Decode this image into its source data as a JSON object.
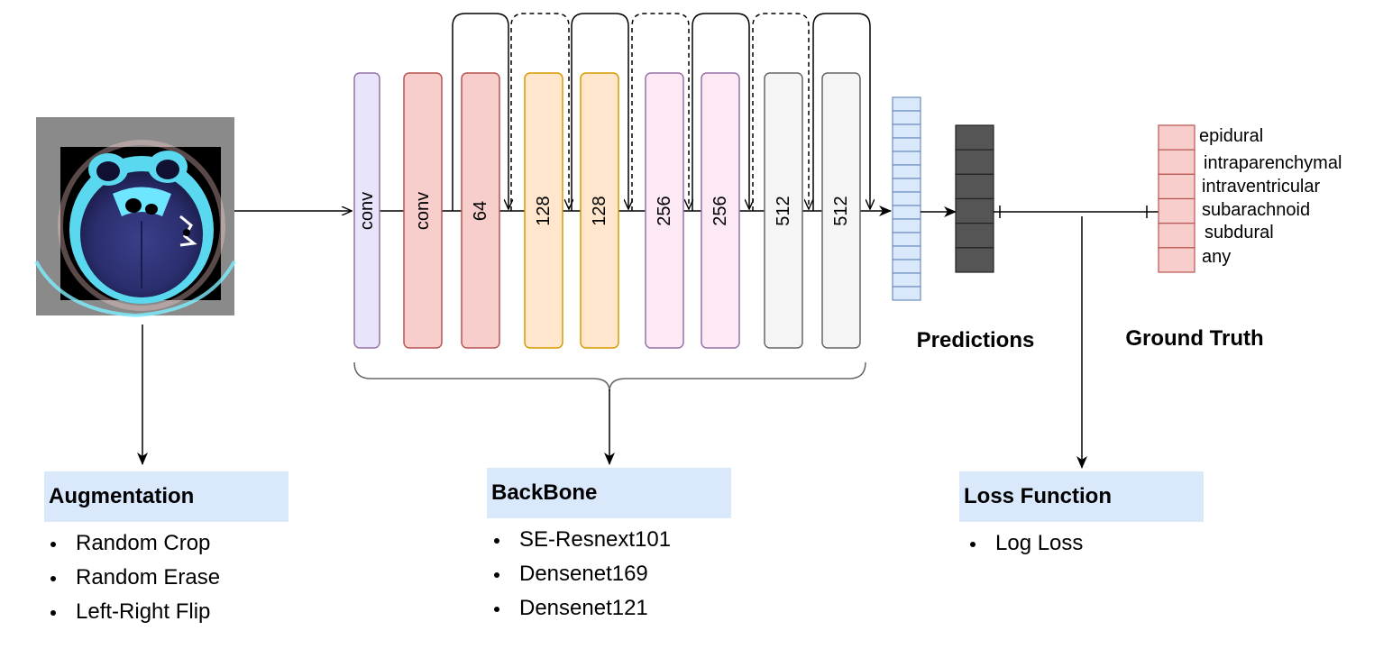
{
  "backbone_layers": [
    "conv",
    "conv",
    "64",
    "128",
    "128",
    "256",
    "256",
    "512",
    "512"
  ],
  "classes": [
    "epidural",
    "intraparenchymal",
    "intraventricular",
    "subarachnoid",
    "subdural",
    "any"
  ],
  "labels": {
    "predictions": "Predictions",
    "ground_truth": "Ground Truth"
  },
  "augmentation": {
    "title": "Augmentation",
    "items": [
      "Random Crop",
      "Random Erase",
      "Left-Right Flip"
    ]
  },
  "backbone": {
    "title": "BackBone",
    "items": [
      "SE-Resnext101",
      "Densenet169",
      "Densenet121"
    ]
  },
  "loss": {
    "title": "Loss Function",
    "items": [
      "Log Loss"
    ]
  },
  "colors": {
    "lavender_fill": "#e8e4fc",
    "lavender_stroke": "#9673a6",
    "red_fill": "#f8cecc",
    "red_stroke": "#b85450",
    "orange_fill": "#ffe6cc",
    "orange_stroke": "#d79b00",
    "pink_fill": "#fde9f6",
    "pink_stroke": "#9673a6",
    "grey_fill": "#f5f5f5",
    "grey_stroke": "#666666",
    "feature_fill": "#dae8fc",
    "feature_stroke": "#6c8ebf",
    "prediction_fill": "#555555",
    "box_fill": "#dae8fc",
    "scan_glow": "#40e0ff"
  }
}
